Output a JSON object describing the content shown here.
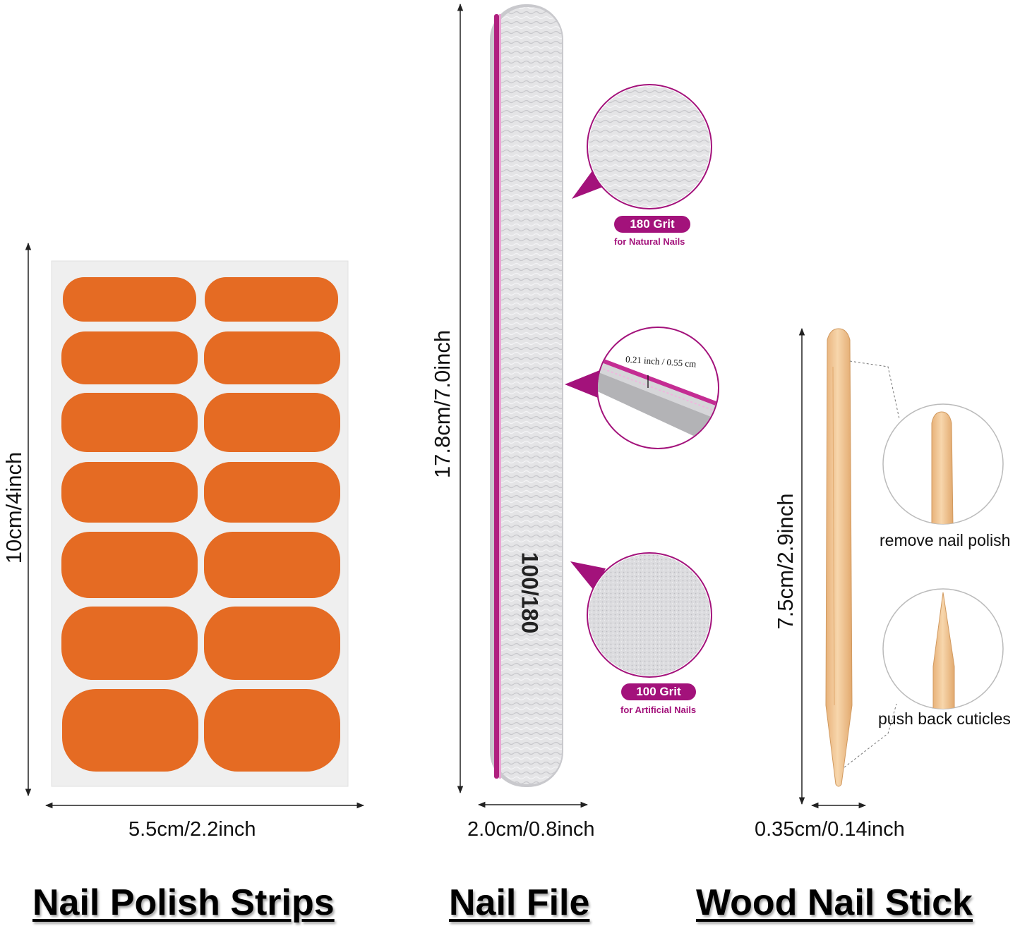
{
  "products": {
    "strips": {
      "title": "Nail Polish Strips",
      "height_label": "10cm/4inch",
      "width_label": "5.5cm/2.2inch",
      "strip_color": "#e56b23",
      "sheet_color": "#efefef"
    },
    "file": {
      "title": "Nail File",
      "height_label": "17.8cm/7.0inch",
      "width_label": "2.0cm/0.8inch",
      "grit_print": "100/180",
      "accent_color": "#a3127b",
      "callouts": [
        {
          "pill": "180 Grit",
          "sub": "for Natural Nails"
        },
        {
          "thickness": "0.21 inch / 0.55 cm"
        },
        {
          "pill": "100 Grit",
          "sub": "for Artificial Nails"
        }
      ]
    },
    "stick": {
      "title": "Wood Nail Stick",
      "height_label": "7.5cm/2.9inch",
      "width_label": "0.35cm/0.14inch",
      "wood_color": "#f2c99a",
      "callouts": [
        {
          "label": "remove nail polish"
        },
        {
          "label": "push back cuticles"
        }
      ]
    }
  }
}
